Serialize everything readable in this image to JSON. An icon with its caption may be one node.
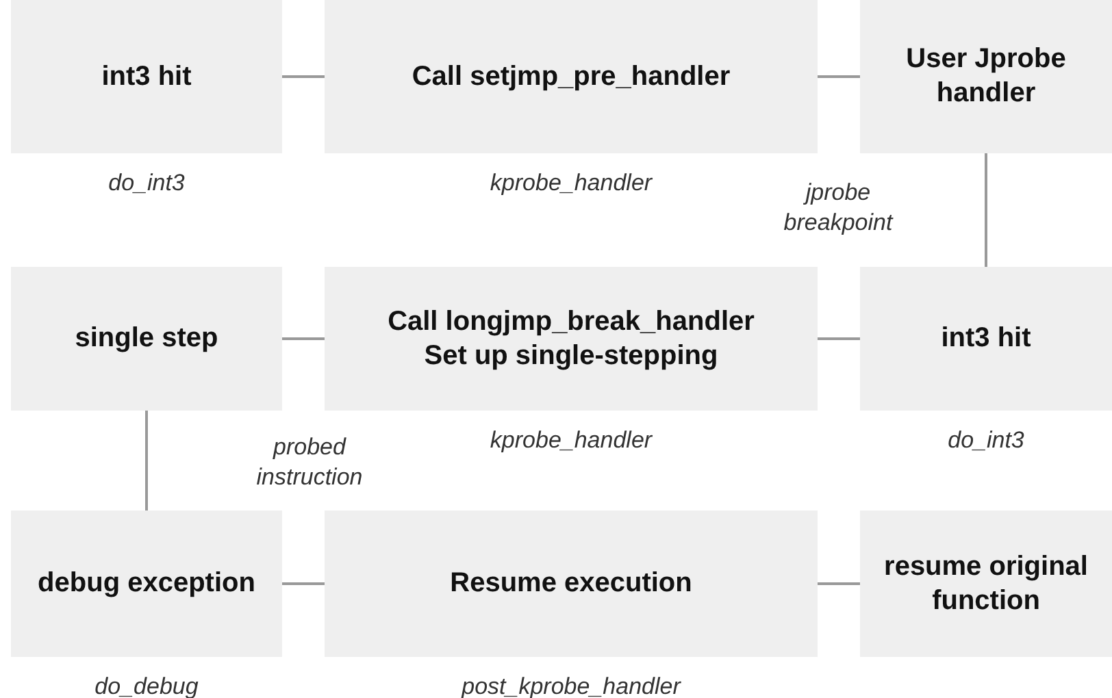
{
  "diagram": {
    "nodes": [
      {
        "text": [
          "int3 hit"
        ],
        "beside": [
          "do_int3"
        ]
      },
      {
        "text": [
          "Call setjmp_pre_handler"
        ],
        "beside": [
          "kprobe_handler"
        ]
      },
      {
        "text": [
          "User Jprobe handler"
        ]
      },
      {
        "text": [
          "single step"
        ]
      },
      {
        "text": [
          "Call longjmp_break_handler",
          "Set up single-stepping"
        ],
        "beside": [
          "kprobe_handler"
        ]
      },
      {
        "text": [
          "int3 hit"
        ],
        "beside": [
          "do_int3"
        ]
      },
      {
        "text": [
          "debug exception"
        ],
        "beside": [
          "do_debug"
        ]
      },
      {
        "text": [
          "Resume execution"
        ],
        "beside": [
          "post_kprobe_handler"
        ]
      },
      {
        "text": [
          "resume original function"
        ]
      }
    ],
    "edges": [
      {
        "from": 0,
        "to": 1,
        "arrow": "none"
      },
      {
        "from": 1,
        "to": 2,
        "arrow": "none"
      },
      {
        "from": 2,
        "to": 5,
        "arrow": "none",
        "label": "jprobe breakpoint"
      },
      {
        "from": 5,
        "to": 4,
        "arrow": "none"
      },
      {
        "from": 4,
        "to": 3,
        "arrow": "none"
      },
      {
        "from": 3,
        "to": 6,
        "arrow": "none",
        "label": "probed instruction"
      },
      {
        "from": 6,
        "to": 7,
        "arrow": "none"
      },
      {
        "from": 7,
        "to": 8,
        "arrow": "none"
      }
    ]
  }
}
